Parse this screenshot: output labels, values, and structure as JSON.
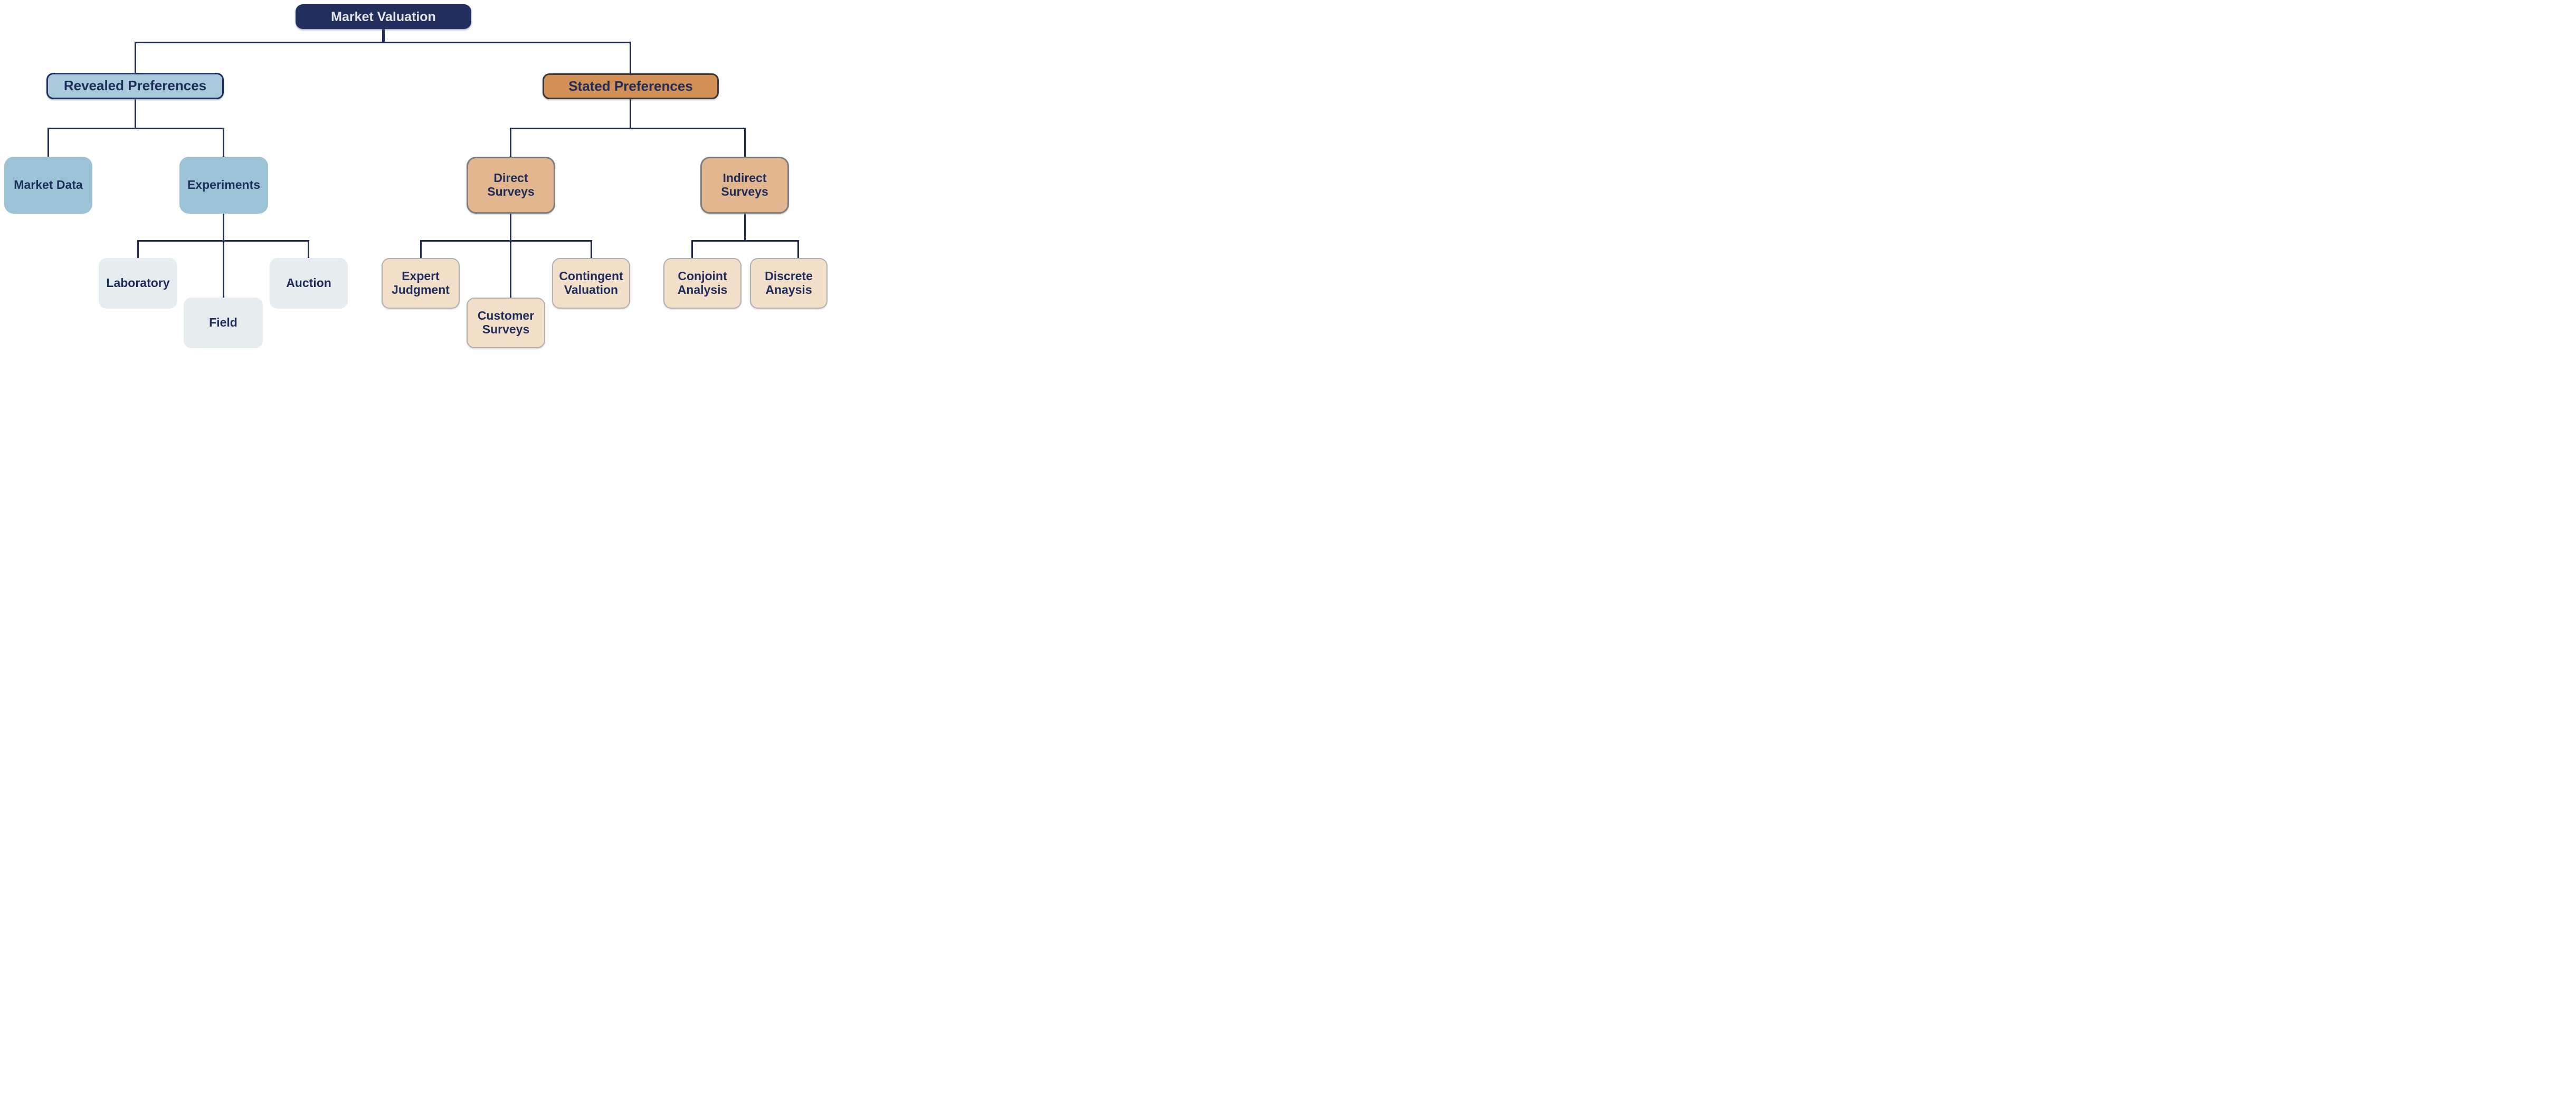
{
  "diagram_type": "hierarchy-tree",
  "tree": {
    "label": "Market Valuation",
    "children": [
      {
        "label": "Revealed Preferences",
        "children": [
          {
            "label": "Market Data"
          },
          {
            "label": "Experiments",
            "children": [
              {
                "label": "Laboratory"
              },
              {
                "label": "Field"
              },
              {
                "label": "Auction"
              }
            ]
          }
        ]
      },
      {
        "label": "Stated Preferences",
        "children": [
          {
            "label": "Direct\nSurveys",
            "children": [
              {
                "label": "Expert\nJudgment"
              },
              {
                "label": "Customer\nSurveys"
              },
              {
                "label": "Contingent\nValuation"
              }
            ]
          },
          {
            "label": "Indirect\nSurveys",
            "children": [
              {
                "label": "Conjoint\nAnalysis"
              },
              {
                "label": "Discrete\nAnaysis"
              }
            ]
          }
        ]
      }
    ]
  },
  "colors": {
    "background": "#ffffff",
    "connector": "#1f2b52",
    "label_text": "#1f2d5a",
    "root_fill": "#232f5c",
    "root_text": "#e4e4e4",
    "revealed_fill": "#a9c9da",
    "revealed_border": "#203061",
    "stated_fill": "#d28f56",
    "stated_border": "#3a3a3a",
    "blue_child_fill": "#9cc3d5",
    "blue_leaf_fill": "#e5edf1",
    "tan_child_fill": "#e2b68e",
    "tan_child_border": "#7f7f7f",
    "peach_leaf_fill": "#f2dfca",
    "peach_leaf_border": "#b0b0b0"
  }
}
